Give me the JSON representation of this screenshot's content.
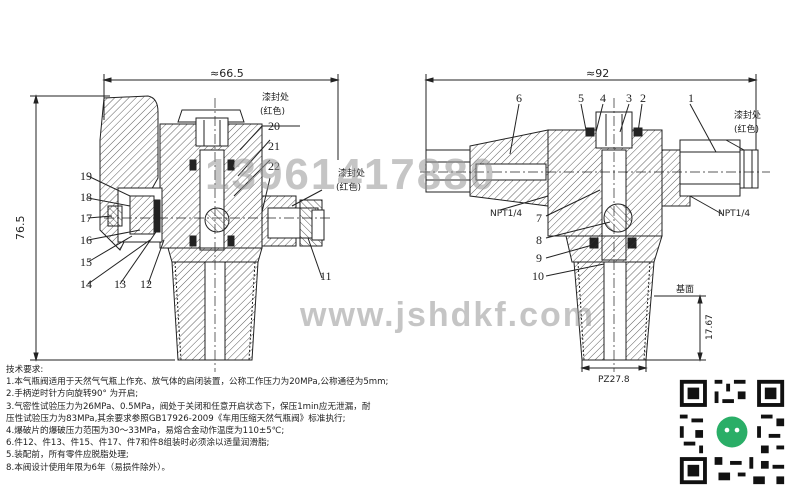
{
  "dimensions": {
    "left_width": "≈66.5",
    "right_width": "≈92",
    "left_height": "76.5",
    "right_height": "17.67",
    "base_label": "基面",
    "thread_label": "PZ27.8"
  },
  "annotations": {
    "seal_left_top_1": "漆封处",
    "seal_left_top_2": "(红色)",
    "seal_left_mid_1": "漆封处",
    "seal_left_mid_2": "(红色)",
    "seal_right_1": "漆封处",
    "seal_right_2": "(红色)",
    "npt_left": "NPT1/4",
    "npt_right": "NPT1/4"
  },
  "part_numbers": {
    "p1": "1",
    "p2": "2",
    "p3": "3",
    "p4": "4",
    "p5": "5",
    "p6": "6",
    "p7": "7",
    "p8": "8",
    "p9": "9",
    "p10": "10",
    "p11": "11",
    "p12": "12",
    "p13": "13",
    "p14": "14",
    "p15": "15",
    "p16": "16",
    "p17": "17",
    "p18": "18",
    "p19": "19",
    "p20": "20",
    "p21": "21",
    "p22": "22"
  },
  "notes": {
    "title": "技术要求:",
    "line1": "1.本气瓶阀适用于天然气气瓶上作充、放气体的启闭装置，公称工作压力为20MPa,公称通径为5mm;",
    "line2": "2.手柄逆时针方向旋转90° 为开启;",
    "line3": "3.气密性试验压力为26MPa、0.5MPa，阀处于关闭和任意开启状态下，保压1min应无泄漏，耐",
    "line4": "   压性试验压力为83MPa,其余要求参照GB17926-2009《车用压缩天然气瓶阀》标准执行;",
    "line5": "4.爆破片的爆破压力范围为30～33MPa，易熔合金动作温度为110±5℃;",
    "line6": "6.件12、件13、件15、件17、件7和件8组装时必须涂以适量润滑脂;",
    "line7": "5.装配前，所有零件应脱脂处理;",
    "line8": "8.本阀设计使用年限为6年（易损件除外）。"
  },
  "watermarks": {
    "phone": "13961417880",
    "site": "www.jshdkf.com"
  }
}
